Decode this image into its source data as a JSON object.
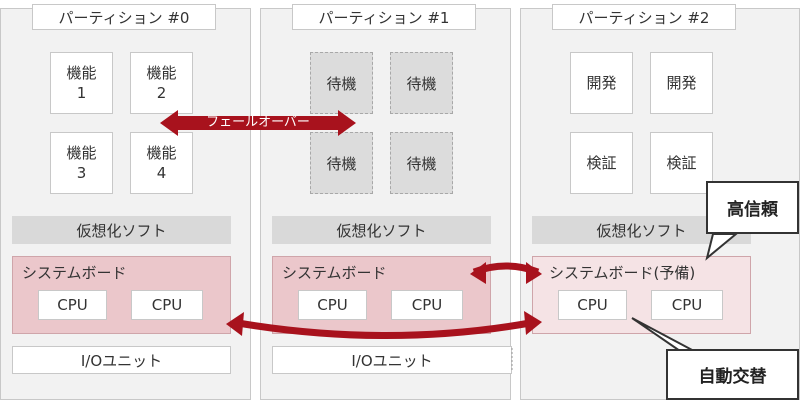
{
  "partitions": [
    {
      "title": "パーティション #0",
      "functions": [
        {
          "line1": "機能",
          "line2": "1"
        },
        {
          "line1": "機能",
          "line2": "2"
        },
        {
          "line1": "機能",
          "line2": "3"
        },
        {
          "line1": "機能",
          "line2": "4"
        }
      ],
      "virtualization": "仮想化ソフト",
      "system_board": {
        "label": "システムボード",
        "cpus": [
          "CPU",
          "CPU"
        ]
      },
      "io_unit": "I/Oユニット"
    },
    {
      "title": "パーティション #1",
      "standby": [
        "待機",
        "待機",
        "待機",
        "待機"
      ],
      "virtualization": "仮想化ソフト",
      "system_board": {
        "label": "システムボード",
        "cpus": [
          "CPU",
          "CPU"
        ]
      },
      "io_unit": "I/Oユニット"
    },
    {
      "title": "パーティション #2",
      "functions": [
        {
          "label": "開発"
        },
        {
          "label": "開発"
        },
        {
          "label": "検証"
        },
        {
          "label": "検証"
        }
      ],
      "virtualization": "仮想化ソフト",
      "system_board": {
        "label": "システムボード(予備)",
        "cpus": [
          "CPU",
          "CPU"
        ]
      }
    }
  ],
  "failover_label": "フェールオーバー",
  "callouts": {
    "high_reliability": "高信頼",
    "auto_swap": "自動交替"
  },
  "colors": {
    "arrow": "#a8121d",
    "system_board": "#ebc7cb",
    "system_board_spare": "#f5e3e5"
  }
}
